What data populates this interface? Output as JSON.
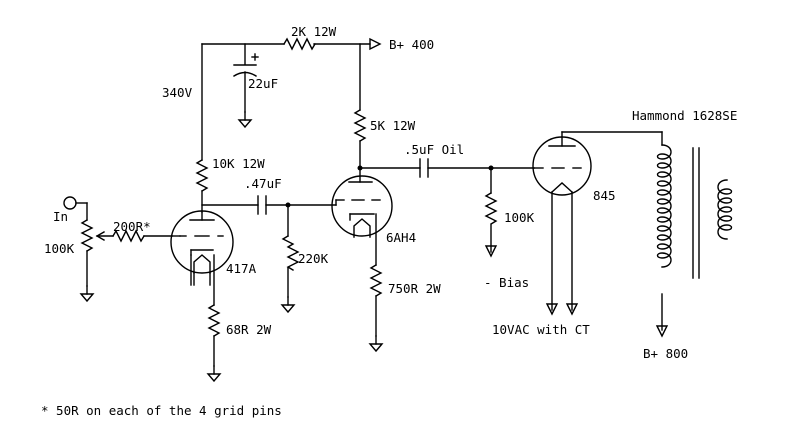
{
  "labels": {
    "r_2k": "2K 12W",
    "b400": "B+ 400",
    "v340": "340V",
    "c22": "22uF",
    "r_5k": "5K 12W",
    "r_10k": "10K 12W",
    "c_5uf": ".5uF Oil",
    "c_47": ".47uF",
    "in": "In",
    "r_200": "200R*",
    "pot": "100K",
    "tube_417a": "417A",
    "r_220k": "220K",
    "tube_6ah4": "6AH4",
    "r_100k": "100K",
    "tube_845": "845",
    "transformer": "Hammond 1628SE",
    "bias": "- Bias",
    "r_750": "750R 2W",
    "r_68": "68R 2W",
    "heater": "10VAC with CT",
    "b800": "B+ 800",
    "footnote": "* 50R on each of the 4 grid pins"
  },
  "colors": {
    "ink": "#000000",
    "paper": "#ffffff"
  }
}
